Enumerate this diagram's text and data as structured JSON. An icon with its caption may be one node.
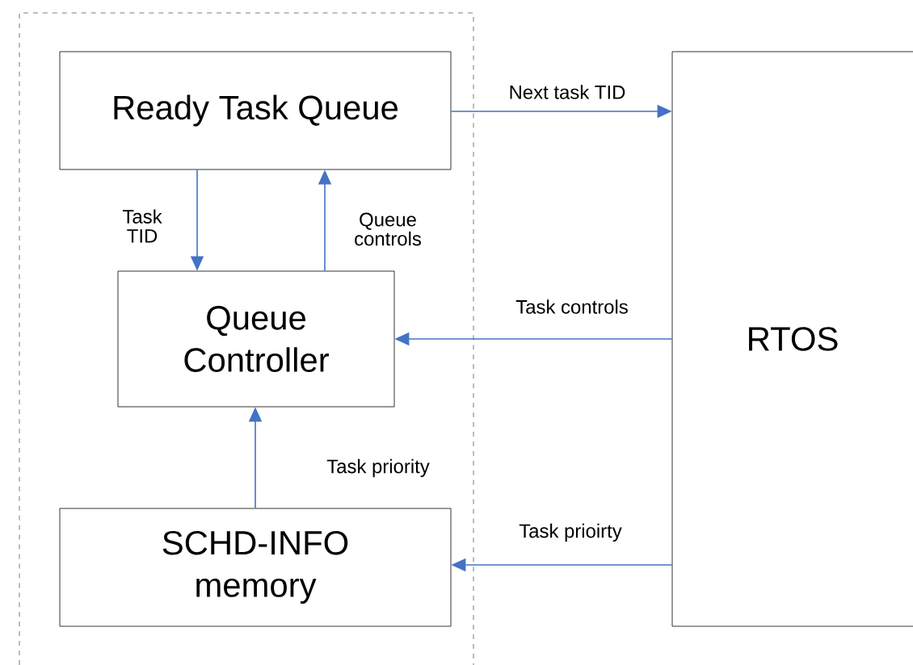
{
  "diagram": {
    "nodes": [
      {
        "text": [],
        "shape": "box"
      },
      {
        "text": [
          "Ready Task Queue"
        ],
        "in": 0
      },
      {
        "text": [
          "Queue Controller"
        ],
        "in": 0
      },
      {
        "text": [
          "SCHD-INFO memory"
        ],
        "in": 0
      },
      {
        "text": [
          "RTOS"
        ]
      }
    ],
    "edges": [
      {
        "from": 1,
        "to": 4,
        "arrow": "to",
        "label": "Next task TID"
      },
      {
        "from": 1,
        "to": 2,
        "arrow": "to",
        "label": "Task TID"
      },
      {
        "from": 2,
        "to": 1,
        "arrow": "to",
        "label": "Queue controls"
      },
      {
        "from": 4,
        "to": 2,
        "arrow": "to",
        "label": "Task controls"
      },
      {
        "from": 3,
        "to": 2,
        "arrow": "to",
        "label": "Task priority"
      },
      {
        "from": 4,
        "to": 3,
        "arrow": "to",
        "label": "Task prioirty"
      }
    ]
  }
}
